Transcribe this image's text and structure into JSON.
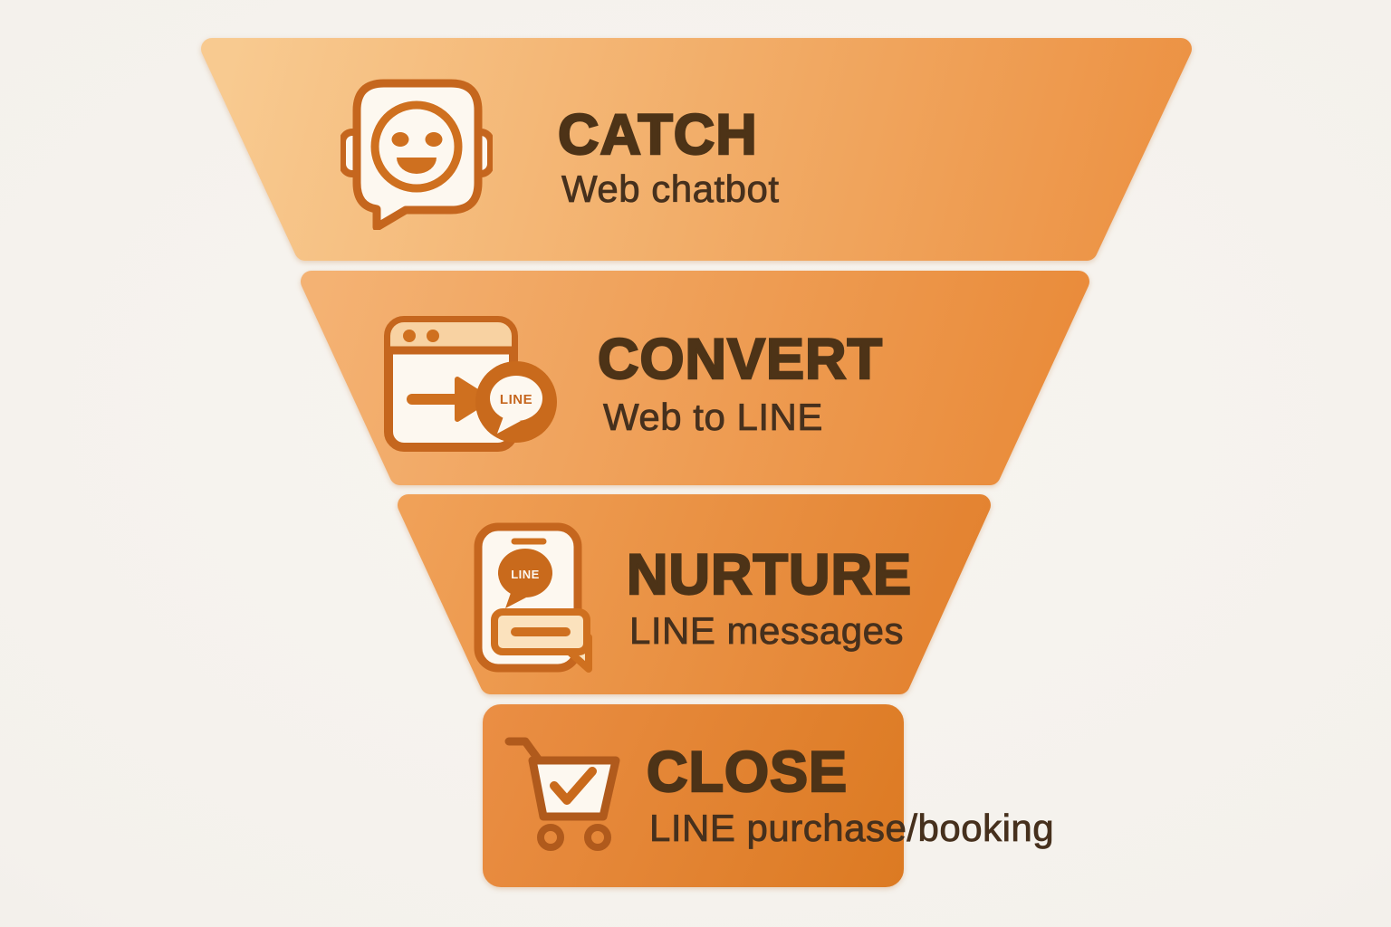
{
  "figure": {
    "type": "marketing-funnel-diagram",
    "stage_count": 4
  },
  "funnel": {
    "stages": [
      {
        "id": "catch",
        "title": "CATCH",
        "subtitle": "Web chatbot",
        "icon": "chatbot-icon"
      },
      {
        "id": "convert",
        "title": "CONVERT",
        "subtitle": "Web to LINE",
        "icon": "web-to-line-icon"
      },
      {
        "id": "nurture",
        "title": "NURTURE",
        "subtitle": "LINE messages",
        "icon": "phone-line-icon"
      },
      {
        "id": "close",
        "title": "CLOSE",
        "subtitle": "LINE purchase/booking",
        "icon": "cart-check-icon"
      }
    ],
    "line_badge_text": "LINE"
  },
  "colors": {
    "background": "#f4f1ec",
    "title_text": "#4d3317",
    "subtitle_text": "#46301d",
    "icon_stroke": "#c5661e",
    "icon_fill": "#fdf8f0",
    "icon_accent_peach": "#f8d2a2",
    "line_badge_fill": "#c96a1c",
    "stage1_gradient": [
      "#f8ca90",
      "#ec9142"
    ],
    "stage2_gradient": [
      "#f4b273",
      "#e98a38"
    ],
    "stage3_gradient": [
      "#f0a158",
      "#e2802d"
    ],
    "stage4_gradient": [
      "#ea8e44",
      "#dc7a22"
    ]
  }
}
